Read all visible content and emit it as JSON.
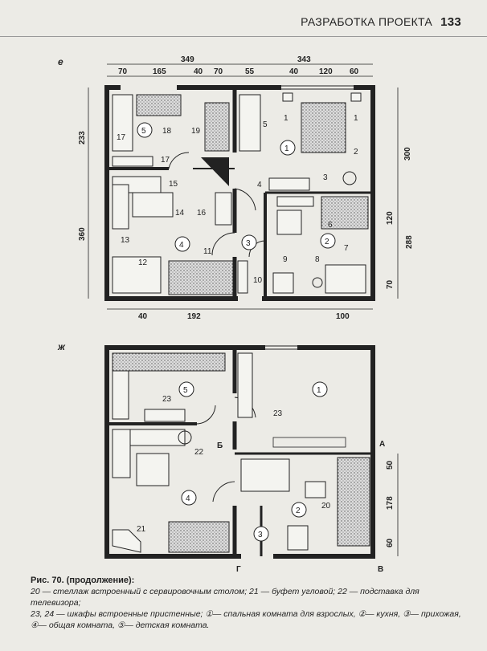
{
  "header": {
    "title": "РАЗРАБОТКА ПРОЕКТА",
    "page_number": "133"
  },
  "plan_e": {
    "label": "е",
    "dims_top_overall": [
      "349",
      "343"
    ],
    "dims_top_segments": [
      "70",
      "165",
      "40",
      "70",
      "55",
      "40",
      "120",
      "60"
    ],
    "dims_left": [
      "233",
      "360"
    ],
    "dims_right": [
      "300",
      "120",
      "288",
      "70"
    ],
    "dims_bottom": [
      "40",
      "192",
      "100"
    ],
    "furniture_numbers": [
      "17",
      "18",
      "19",
      "5",
      "1",
      "1",
      "2",
      "17",
      "15",
      "4",
      "3",
      "14",
      "16",
      "6",
      "13",
      "7",
      "12",
      "11",
      "9",
      "8",
      "10"
    ],
    "room_numbers": [
      "5",
      "1",
      "4",
      "3",
      "2"
    ]
  },
  "plan_zh": {
    "label": "ж",
    "dims_right": [
      "50",
      "178",
      "60"
    ],
    "section_marks": [
      "Б",
      "А",
      "Г",
      "В"
    ],
    "furniture_numbers": [
      "23",
      "22",
      "23",
      "20",
      "21"
    ],
    "room_numbers": [
      "5",
      "1",
      "4",
      "2",
      "3"
    ]
  },
  "caption": {
    "title": "Рис. 70. (продолжение):",
    "line1": "20 — стеллаж встроенный с сервировочным столом; 21 — буфет угловой; 22 — подставка для телевизора;",
    "line2": "23, 24 — шкафы встроенные пристенные; ①— спальная комната для взрослых, ②— кухня, ③— прихожая,",
    "line3": "④— общая комната, ⑤— детская комната."
  }
}
